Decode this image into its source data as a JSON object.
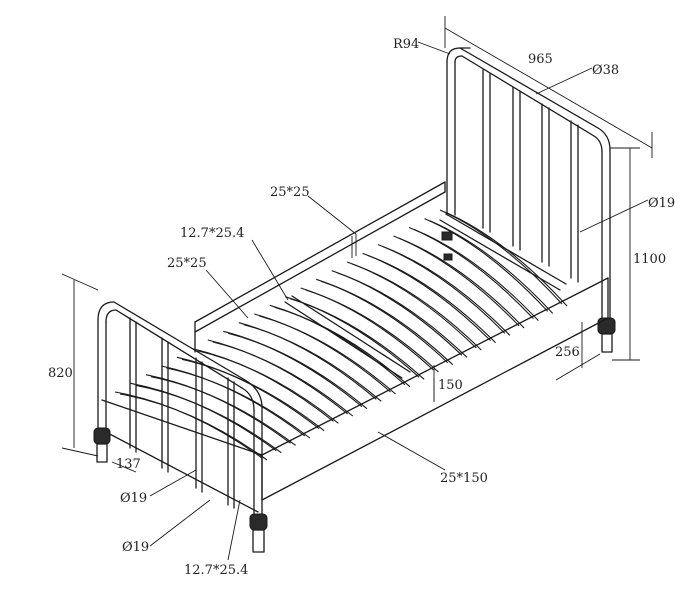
{
  "dimensions": {
    "corner_radius": "R94",
    "width": "965",
    "tube_top": "Ø38",
    "tube_right": "Ø19",
    "head_height": "1100",
    "leg_height": "256",
    "rail_depth": "150",
    "side_rail": "25*150",
    "center_rail": "25*25",
    "slat": "12.7*25.4",
    "left_rail": "25*25",
    "foot_height": "820",
    "foot_offset": "137",
    "foot_tube_a": "Ø19",
    "foot_tube_b": "Ø19",
    "foot_slat": "12.7*25.4"
  }
}
